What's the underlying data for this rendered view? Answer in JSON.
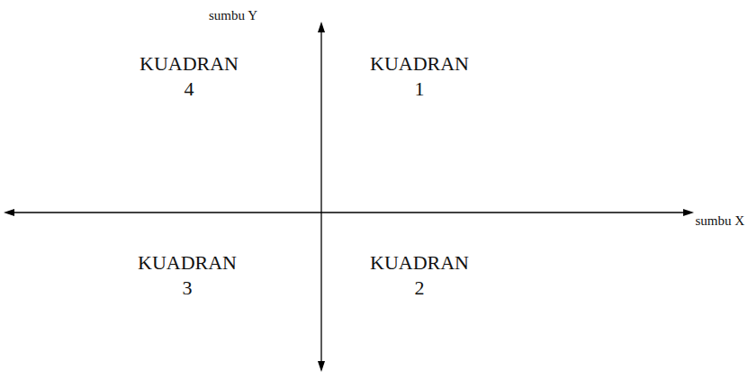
{
  "diagram": {
    "labels": [
      "sumbu Y",
      "KUADRAN 4",
      "KUADRAN 1",
      "sumbu X",
      "KUADRAN 3",
      "KUADRAN 2"
    ]
  }
}
